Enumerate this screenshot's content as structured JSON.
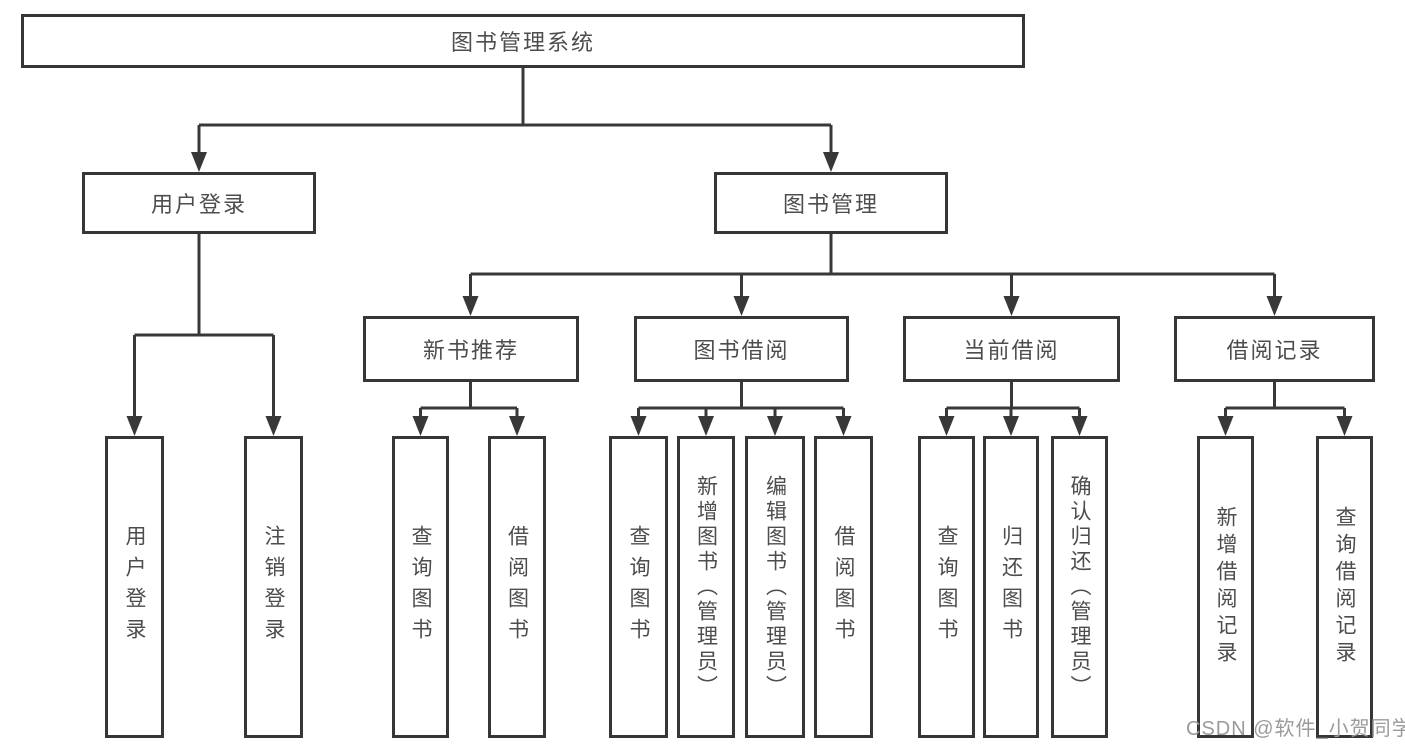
{
  "diagram": {
    "root": {
      "label": "图书管理系统"
    },
    "level2": [
      {
        "id": "user-login",
        "label": "用户登录"
      },
      {
        "id": "book-management",
        "label": "图书管理"
      }
    ],
    "level3": [
      {
        "id": "new-book-recommend",
        "label": "新书推荐"
      },
      {
        "id": "book-borrowing",
        "label": "图书借阅"
      },
      {
        "id": "current-borrowing",
        "label": "当前借阅"
      },
      {
        "id": "borrowing-records",
        "label": "借阅记录"
      }
    ],
    "leaves": [
      {
        "id": "leaf-user-login",
        "label": "用户登录"
      },
      {
        "id": "leaf-logout",
        "label": "注销登录"
      },
      {
        "id": "leaf-query-books-recommend",
        "label": "查询图书"
      },
      {
        "id": "leaf-borrow-books-recommend",
        "label": "借阅图书"
      },
      {
        "id": "leaf-query-books-borrowing",
        "label": "查询图书"
      },
      {
        "id": "leaf-add-books-admin",
        "label": "新增图书（管理员）"
      },
      {
        "id": "leaf-edit-books-admin",
        "label": "编辑图书（管理员）"
      },
      {
        "id": "leaf-borrow-books-borrowing",
        "label": "借阅图书"
      },
      {
        "id": "leaf-query-books-current",
        "label": "查询图书"
      },
      {
        "id": "leaf-return-books",
        "label": "归还图书"
      },
      {
        "id": "leaf-confirm-return-admin",
        "label": "确认归还（管理员）"
      },
      {
        "id": "leaf-add-borrow-record",
        "label": "新增借阅记录"
      },
      {
        "id": "leaf-query-borrow-record",
        "label": "查询借阅记录"
      }
    ]
  },
  "watermark": {
    "text": "CSDN @软件_小贺同学"
  },
  "colors": {
    "line": "#383838",
    "box_border": "#363636",
    "text": "#4d4d4d",
    "watermark": "#9b9b9b",
    "background": "#ffffff"
  }
}
